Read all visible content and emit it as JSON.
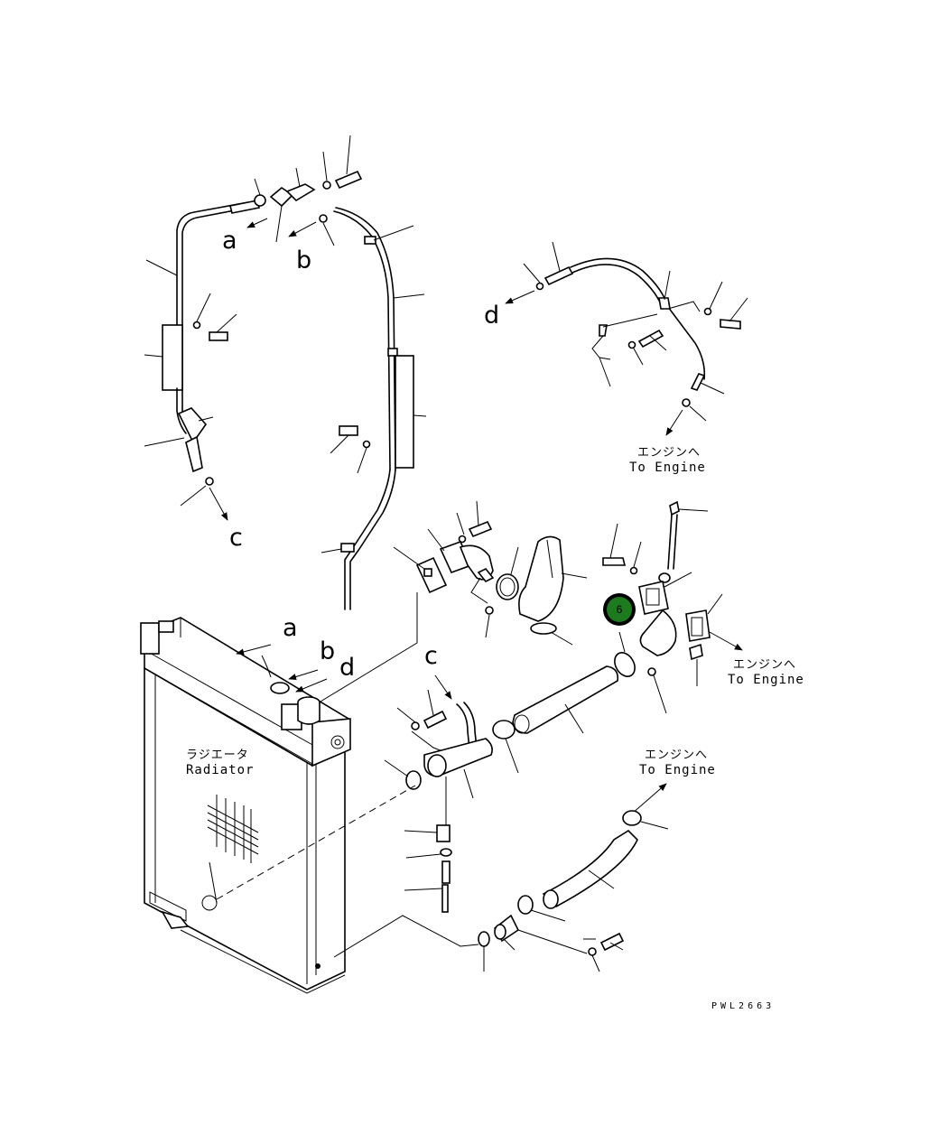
{
  "labels": {
    "a_small": "a",
    "b_small": "b",
    "c_small": "c",
    "d_small": "d",
    "a_radiator": "a",
    "b_radiator": "b",
    "d_radiator": "d",
    "c_radiator": "c"
  },
  "destinations": {
    "engine_jp": "エンジンへ",
    "engine_en": "To Engine"
  },
  "radiator": {
    "name_jp": "ラジエータ",
    "name_en": "Radiator"
  },
  "callout": {
    "number": "6",
    "color": "#1e7a1e"
  },
  "drawing_code": "PWL2663"
}
